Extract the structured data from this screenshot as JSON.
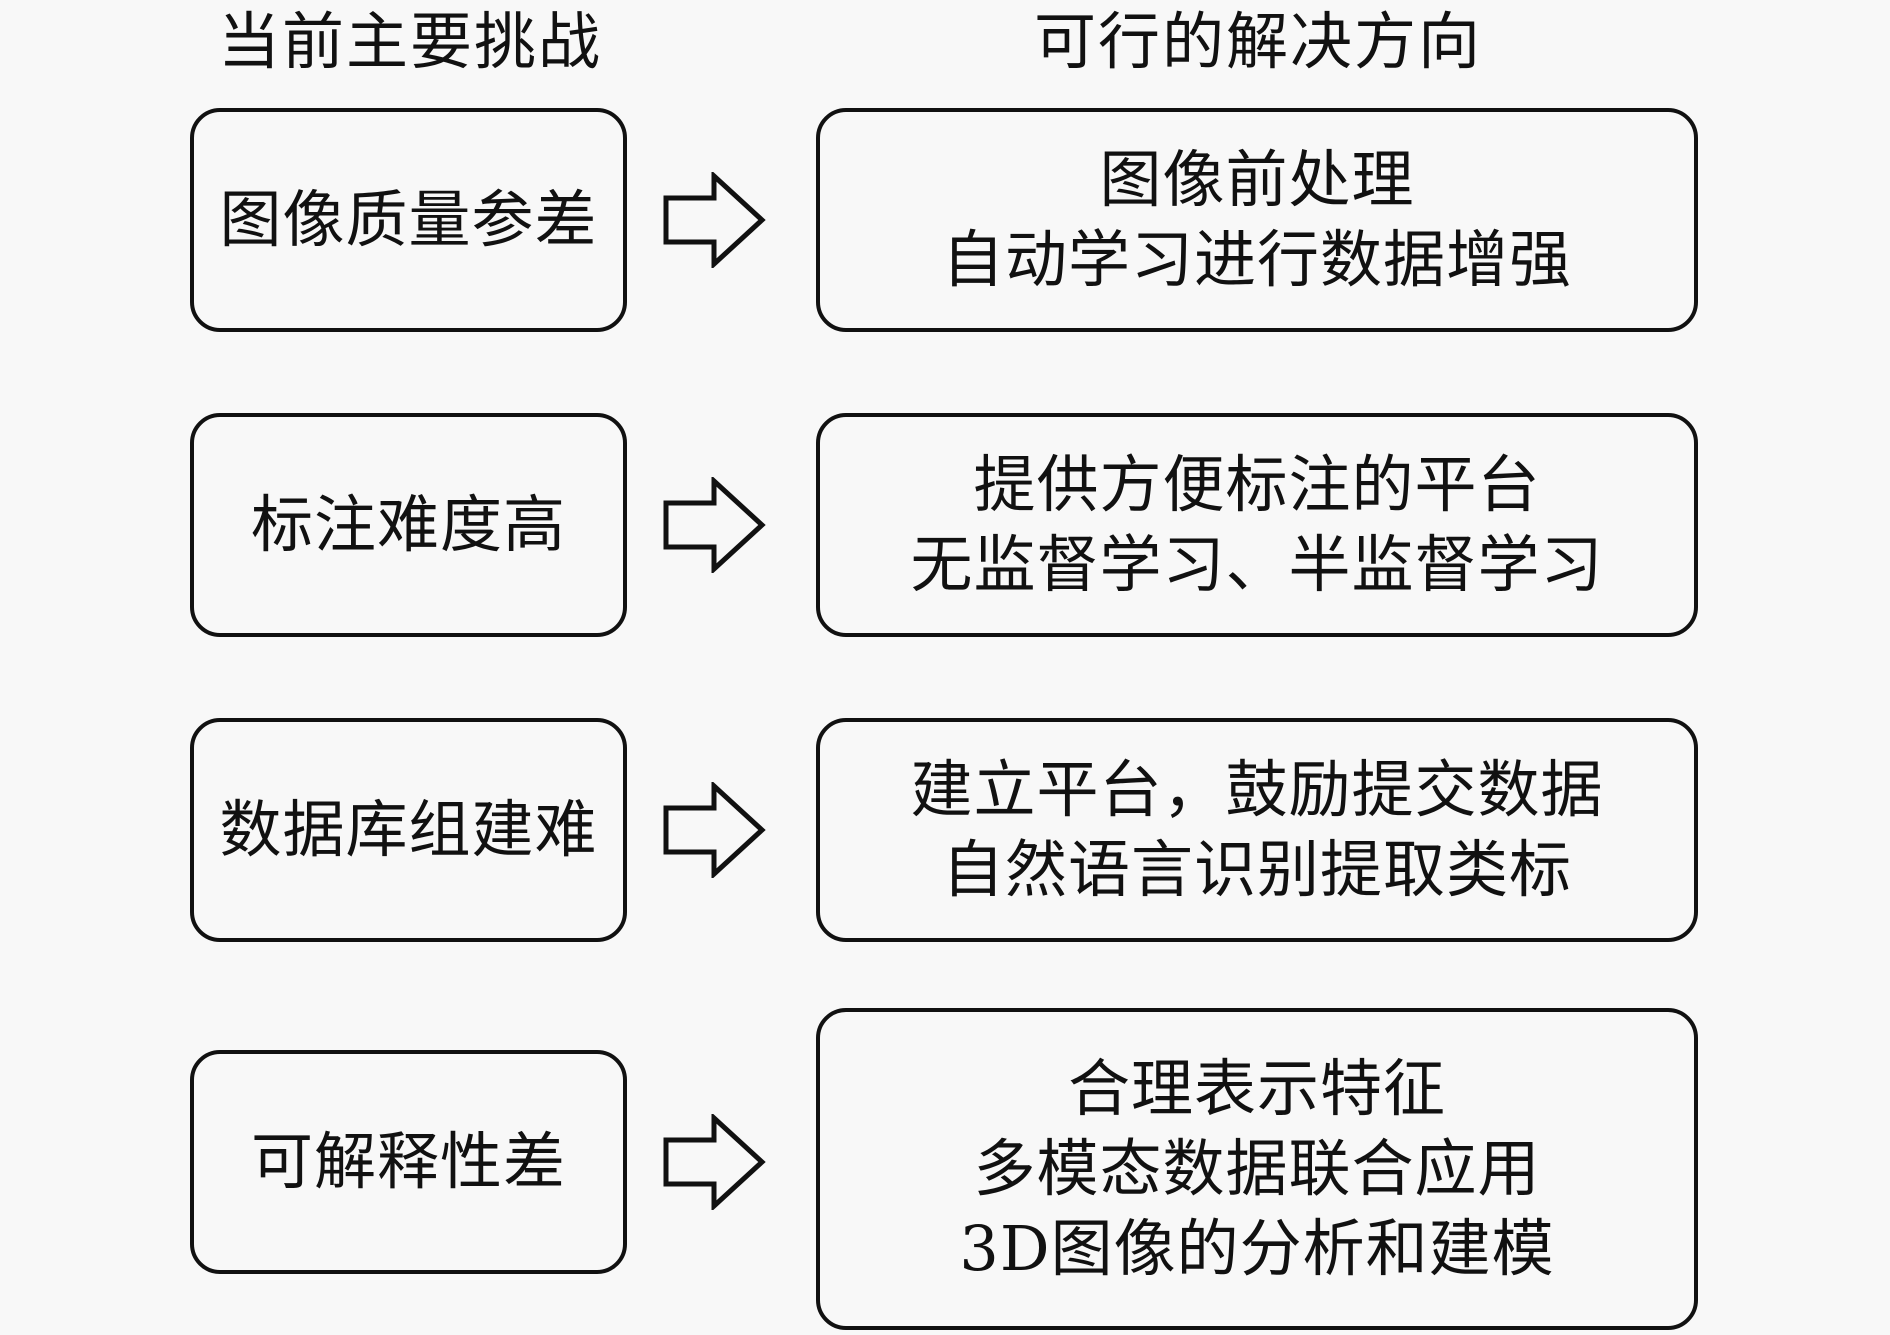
{
  "headers": {
    "left": "当前主要挑战",
    "right": "可行的解决方向"
  },
  "rows": [
    {
      "challenge": "图像质量参差",
      "solutions": [
        "图像前处理",
        "自动学习进行数据增强"
      ]
    },
    {
      "challenge": "标注难度高",
      "solutions": [
        "提供方便标注的平台",
        "无监督学习、半监督学习"
      ]
    },
    {
      "challenge": "数据库组建难",
      "solutions": [
        "建立平台，鼓励提交数据",
        "自然语言识别提取类标"
      ]
    },
    {
      "challenge": "可解释性差",
      "solutions": [
        "合理表示特征",
        "多模态数据联合应用",
        "3D图像的分析和建模"
      ]
    }
  ],
  "icons": {
    "arrow": "right-arrow-outline-icon"
  },
  "colors": {
    "background": "#f8f8f8",
    "stroke": "#111111",
    "text": "#111111"
  }
}
